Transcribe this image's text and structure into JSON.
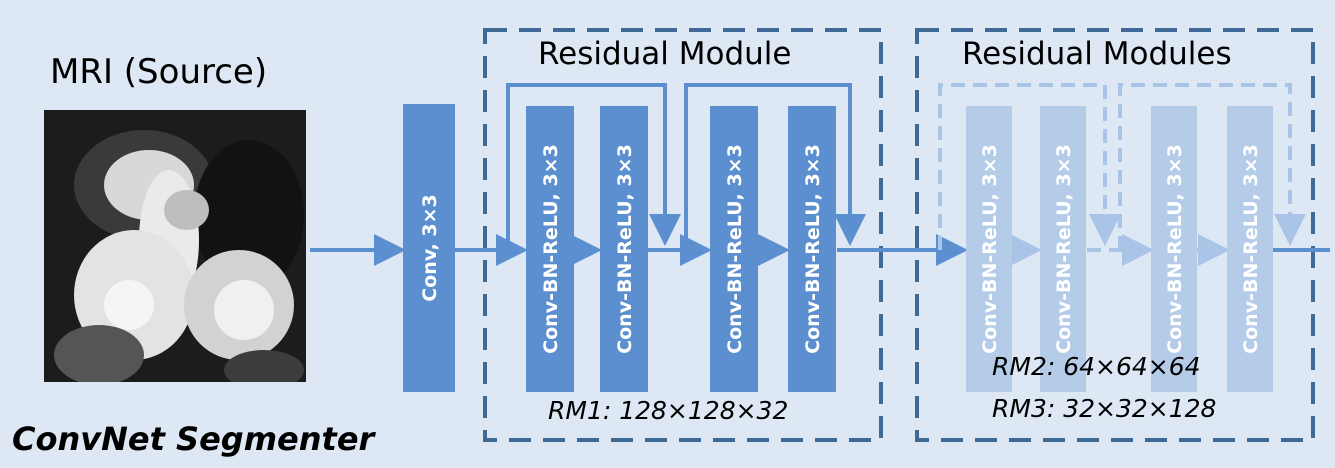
{
  "source_label": "MRI (Source)",
  "footer_label": "ConvNet Segmenter",
  "conv_block": {
    "label": "Conv, 3×3"
  },
  "residual_module": {
    "title": "Residual Module",
    "block_label": "Conv-BN-ReLU, 3×3",
    "size_label": "RM1: 128×128×32"
  },
  "residual_modules": {
    "title": "Residual Modules",
    "block_label": "Conv-BN-ReLU, 3×3",
    "size_label_1": "RM2: 64×64×64",
    "size_label_2": "RM3: 32×32×128"
  },
  "colors": {
    "background": "#dde8f4",
    "block": "#5b8fcf",
    "block_faded": "#b4cce8",
    "arrow": "#5b8fcf",
    "arrow_faded": "#a9c4e6",
    "dashed_border": "#3f6a97"
  }
}
